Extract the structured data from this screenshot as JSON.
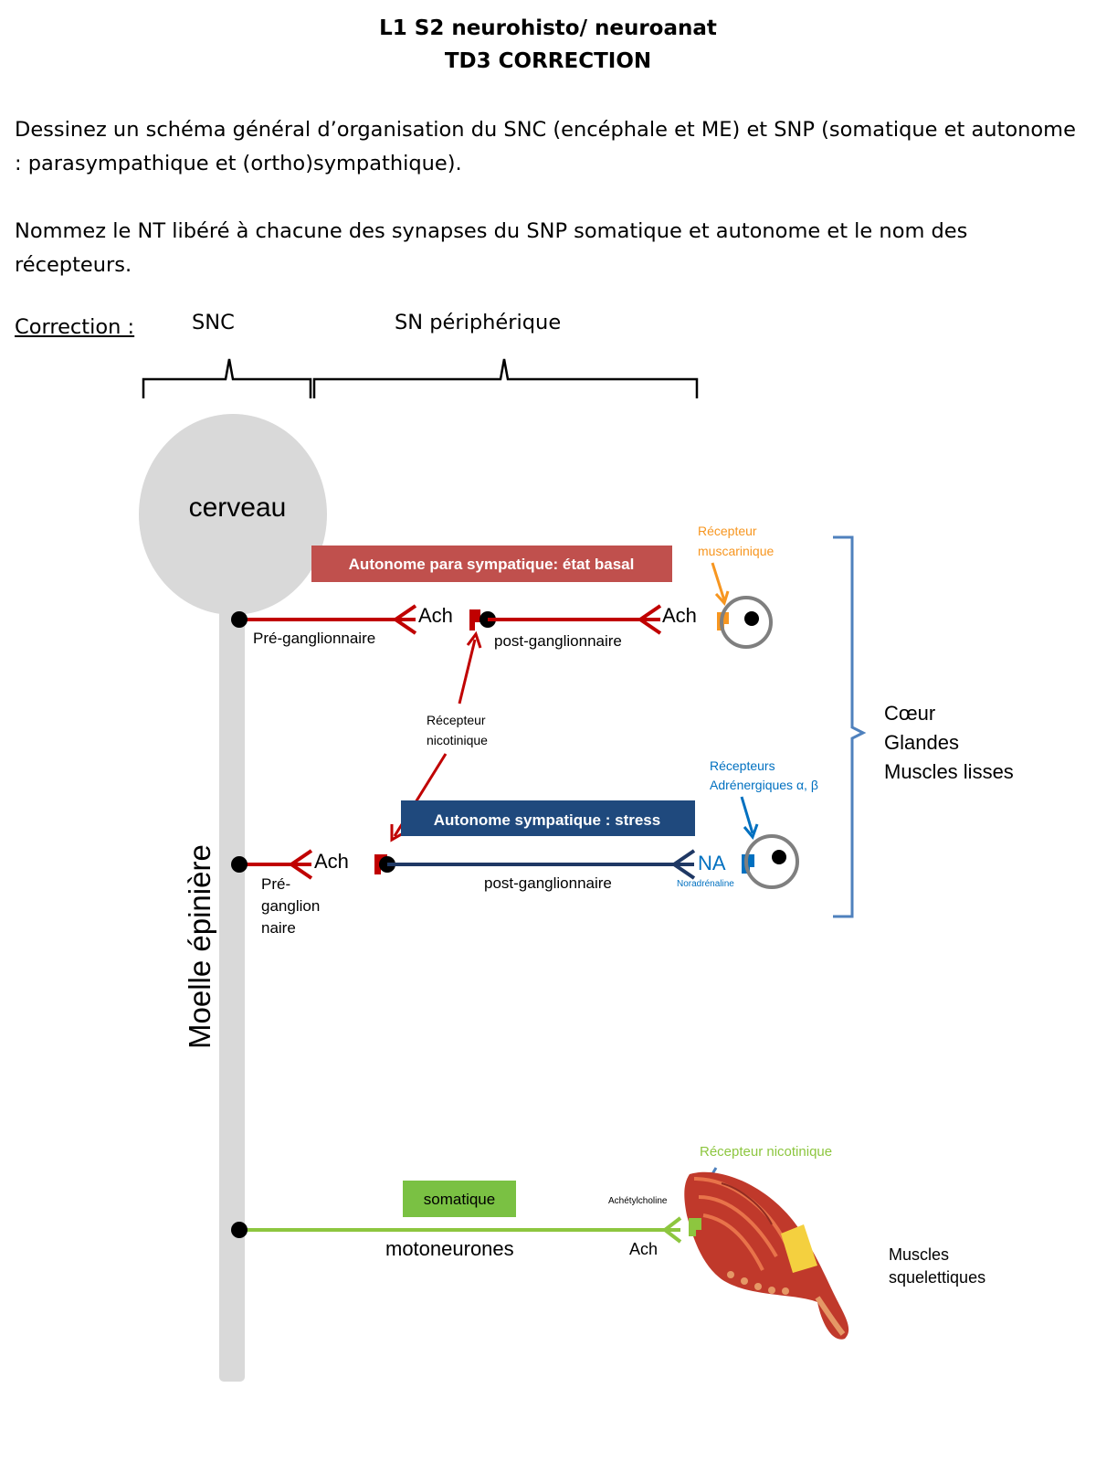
{
  "header": {
    "line1": "L1 S2 neurohisto/ neuroanat",
    "line2": "TD3 CORRECTION"
  },
  "questions": {
    "q1": "Dessinez un schéma général d’organisation du SNC (encéphale et ME) et SNP (somatique et autonome : parasympathique et (ortho)sympathique).",
    "q2": "Nommez le NT libéré à chacune des synapses du SNP somatique et autonome et le nom des récepteurs."
  },
  "correction_label": "Correction :",
  "diagram": {
    "snc_label": "SNC",
    "snp_label": "SN périphérique",
    "brain_label": "cerveau",
    "spinal_label": "Moelle épinière",
    "para": {
      "title": "Autonome para sympatique: état basal",
      "ach1": "Ach",
      "ach2": "Ach",
      "pre_label": "Pré-ganglionnaire",
      "post_label": "post-ganglionnaire",
      "receptor_label_1": "Récepteur",
      "receptor_label_2": "muscarinique"
    },
    "nicotinic_label_1": "Récepteur",
    "nicotinic_label_2": "nicotinique",
    "symp": {
      "title": "Autonome sympatique : stress",
      "ach": "Ach",
      "na": "NA",
      "na_full": "Noradrénaline",
      "pre_label_1": "Pré-",
      "pre_label_2": "ganglion",
      "pre_label_3": "naire",
      "post_label": "post-ganglionnaire",
      "receptor_label_1": "Récepteurs",
      "receptor_label_2": "Adrénergiques α, β"
    },
    "targets": {
      "line1": "Cœur",
      "line2": "Glandes",
      "line3": "Muscles lisses"
    },
    "soma": {
      "title": "somatique",
      "motoneurons": "motoneurones",
      "ach": "Ach",
      "acetylcholine": "Achétylcholine",
      "receptor_label": "Récepteur nicotinique",
      "muscle_1": "Muscles",
      "muscle_2": "squelettiques"
    },
    "colors": {
      "para_red": "#c00000",
      "para_box": "#c0504d",
      "symp_blue": "#1f3864",
      "symp_box": "#1f497d",
      "adrenergic_blue": "#0070c0",
      "muscarinic_orange": "#f79620",
      "soma_green": "#8dc63f",
      "soma_box": "#7ac143",
      "brain_gray": "#d9d9d9",
      "bracket_blue": "#4f81bd"
    }
  }
}
